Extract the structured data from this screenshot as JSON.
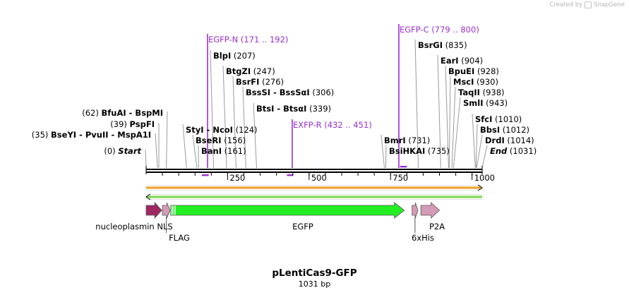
{
  "watermark": {
    "prefix": "Created by",
    "brand": "SnapGene"
  },
  "plasmid": {
    "name": "pLentiCas9-GFP",
    "length_label": "1031 bp",
    "length": 1031
  },
  "ruler": {
    "ticks": [
      {
        "pos": 250,
        "label": "250"
      },
      {
        "pos": 500,
        "label": "500"
      },
      {
        "pos": 750,
        "label": "750"
      },
      {
        "pos": 1000,
        "label": "1000"
      }
    ]
  },
  "sites": [
    {
      "id": "start",
      "text": "Start",
      "num": "(0)",
      "pos": 0,
      "italic": true
    },
    {
      "id": "msea1i",
      "text": "BseYI - PvuII - MspA1I",
      "num": "(35)",
      "pos": 35
    },
    {
      "id": "pspfi",
      "text": "PspFI",
      "num": "(39)",
      "pos": 39
    },
    {
      "id": "bfuai",
      "text": "BfuAI - BspMI",
      "num": "(62)",
      "pos": 62
    },
    {
      "id": "styi",
      "text": "StyI - NcoI",
      "num": "(124)",
      "pos": 124
    },
    {
      "id": "bseri",
      "text": "BseRI",
      "num": "(156)",
      "pos": 156
    },
    {
      "id": "bani",
      "text": "BanI",
      "num": "(161)",
      "pos": 161
    },
    {
      "id": "blpi",
      "text": "BlpI",
      "num": "(207)",
      "pos": 207
    },
    {
      "id": "btgzi",
      "text": "BtgZI",
      "num": "(247)",
      "pos": 247
    },
    {
      "id": "bsrfi",
      "text": "BsrFI",
      "num": "(276)",
      "pos": 276
    },
    {
      "id": "bsssi",
      "text": "BssSI - BssSαI",
      "num": "(306)",
      "pos": 306
    },
    {
      "id": "btsi",
      "text": "BtsI - BtsαI",
      "num": "(339)",
      "pos": 339
    },
    {
      "id": "bmri",
      "text": "BmrI",
      "num": "(731)",
      "pos": 731
    },
    {
      "id": "bsihkai",
      "text": "BsiHKAI",
      "num": "(735)",
      "pos": 735
    },
    {
      "id": "bsrgi",
      "text": "BsrGI",
      "num": "(835)",
      "pos": 835
    },
    {
      "id": "eari",
      "text": "EarI",
      "num": "(904)",
      "pos": 904
    },
    {
      "id": "bpuei",
      "text": "BpuEI",
      "num": "(928)",
      "pos": 928
    },
    {
      "id": "msci",
      "text": "MscI",
      "num": "(930)",
      "pos": 930
    },
    {
      "id": "taqii",
      "text": "TaqII",
      "num": "(938)",
      "pos": 938
    },
    {
      "id": "smli",
      "text": "SmlI",
      "num": "(943)",
      "pos": 943
    },
    {
      "id": "sfci",
      "text": "SfcI",
      "num": "(1010)",
      "pos": 1010
    },
    {
      "id": "bbsi",
      "text": "BbsI",
      "num": "(1012)",
      "pos": 1012
    },
    {
      "id": "drdi",
      "text": "DrdI",
      "num": "(1014)",
      "pos": 1014
    },
    {
      "id": "end",
      "text": "End",
      "num": "(1031)",
      "pos": 1031,
      "italic": true
    }
  ],
  "primers": [
    {
      "id": "egfp-n",
      "name": "EGFP-N",
      "range": "(171 .. 192)",
      "start": 171,
      "end": 192
    },
    {
      "id": "exfp-r",
      "name": "EXFP-R",
      "range": "(432 .. 451)",
      "start": 432,
      "end": 451
    },
    {
      "id": "egfp-c",
      "name": "EGFP-C",
      "range": "(779 .. 800)",
      "start": 779,
      "end": 800
    }
  ],
  "features": [
    {
      "id": "nucleoplasmin-nls",
      "label": "nucleoplasmin NLS",
      "start": 0,
      "end": 48,
      "color": "#9e2860"
    },
    {
      "id": "flag",
      "label": "FLAG",
      "start": 50,
      "end": 74,
      "color": "#d49ab6"
    },
    {
      "id": "egfp",
      "label": "EGFP",
      "start": 75,
      "end": 792,
      "color": "#22ee22"
    },
    {
      "id": "6xhis",
      "label": "6xHis",
      "start": 816,
      "end": 834,
      "color": "#d49ab6"
    },
    {
      "id": "p2a",
      "label": "P2A",
      "start": 843,
      "end": 900,
      "color": "#d49ab6"
    }
  ],
  "colors": {
    "primer": "#9a2fd0",
    "orange_track": "#f0a030",
    "green_track": "#7ed957"
  }
}
